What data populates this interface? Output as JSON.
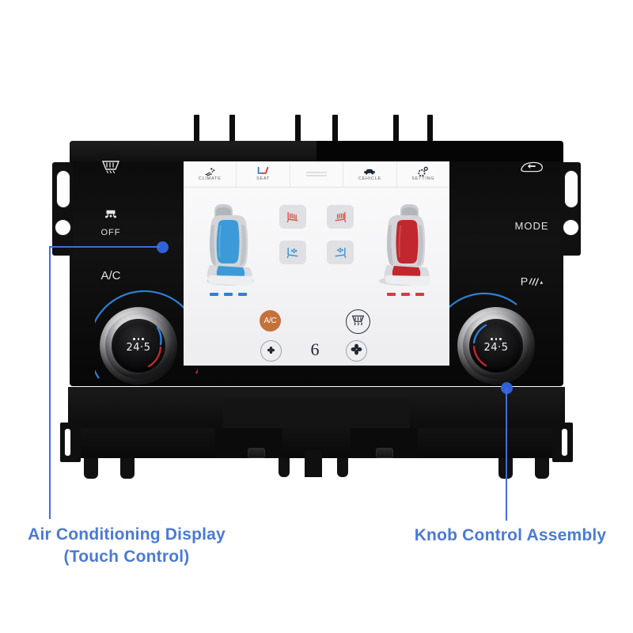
{
  "product": {
    "name": "car-ac-control-panel",
    "display": {
      "tabs": [
        {
          "id": "climate",
          "label": "CLIMATE",
          "icon": "climate-airflow-icon",
          "active": false
        },
        {
          "id": "seat",
          "label": "SEAT",
          "icon": "seat-icon",
          "active": true
        },
        {
          "id": "divider",
          "label": "",
          "icon": "menu-lines-icon",
          "active": false
        },
        {
          "id": "vehicle",
          "label": "CEHICLE",
          "icon": "car-icon",
          "active": false
        },
        {
          "id": "setting",
          "label": "SETTING",
          "icon": "gear-icon",
          "active": false
        }
      ],
      "left_seat": {
        "name": "driver-seat",
        "accent_color": "#3d9ad8",
        "indicator_count": 3,
        "indicator_color": "#2f7fd6"
      },
      "right_seat": {
        "name": "passenger-seat",
        "accent_color": "#c0282d",
        "indicator_count": 3,
        "indicator_color": "#d93a3f"
      },
      "seat_buttons": [
        {
          "id": "heat-left",
          "icon": "seat-heat-icon",
          "color": "#d9534f",
          "state": "off"
        },
        {
          "id": "heat-right",
          "icon": "seat-heat-icon",
          "color": "#d9534f",
          "state": "off"
        },
        {
          "id": "vent-left",
          "icon": "seat-vent-icon",
          "color": "#3d8fd8",
          "state": "off"
        },
        {
          "id": "vent-right",
          "icon": "seat-vent-icon",
          "color": "#3d8fd8",
          "state": "off"
        }
      ],
      "controls": {
        "ac_label": "A/C",
        "ac_color": "#c4713a",
        "ac_state": "on",
        "defrost_icon": "front-defrost-icon",
        "fan_decrease_icon": "fan-small-icon",
        "fan_increase_icon": "fan-large-icon",
        "fan_speed": "6"
      }
    },
    "left_panel": [
      {
        "id": "rear-defrost",
        "icon": "rear-defrost-icon",
        "label": ""
      },
      {
        "id": "auto-off",
        "icon": "auto-off-icon",
        "label": "OFF"
      },
      {
        "id": "ac-toggle",
        "icon": "",
        "label": "A/C"
      }
    ],
    "right_panel": [
      {
        "id": "recirculation",
        "icon": "recirculation-icon",
        "label": ""
      },
      {
        "id": "mode",
        "icon": "",
        "label": "MODE"
      },
      {
        "id": "parking",
        "icon": "parking-sensor-icon",
        "label": "P"
      }
    ],
    "left_knob": {
      "name": "driver-temperature-knob",
      "temperature": "24·5",
      "dots": 3
    },
    "right_knob": {
      "name": "passenger-temperature-knob",
      "temperature": "24·5",
      "dots": 3
    }
  },
  "callouts": {
    "accent_color": "#4a7ad6",
    "left": {
      "line1": "Air Conditioning Display",
      "line2": "(Touch Control)"
    },
    "right": {
      "line1": "Knob Control Assembly",
      "line2": ""
    }
  }
}
